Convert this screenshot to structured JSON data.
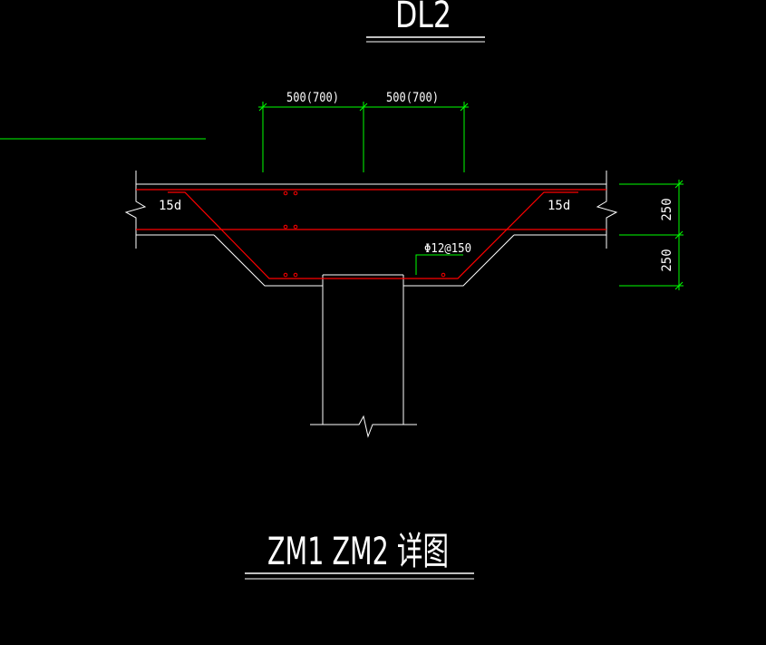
{
  "drawing": {
    "top_title": "DL2",
    "main_title": "ZM1 ZM2 详图",
    "dimensions": {
      "top_left": "500(700)",
      "top_right": "500(700)",
      "right_upper": "250",
      "right_lower": "250"
    },
    "annotations": {
      "anchor_left": "15d",
      "anchor_right": "15d",
      "rebar_spec": "Φ12@150"
    },
    "colors": {
      "background": "#000000",
      "outline": "#ffffff",
      "rebar": "#ff0000",
      "dimension": "#00ff00",
      "text": "#ffffff"
    }
  }
}
